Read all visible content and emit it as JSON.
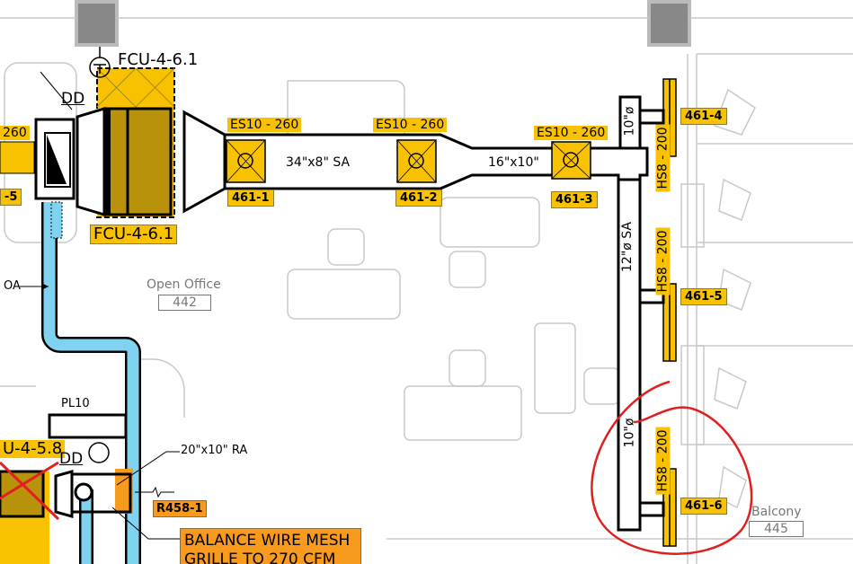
{
  "units": {
    "fcu_main": "FCU-4-6.1",
    "fcu_main_tag": "FCU-4-6.1",
    "fcu_left": "U-4-5.8",
    "damper_main": "DD",
    "damper_left": "DD"
  },
  "ducts": {
    "main_sa": "34\"x8\" SA",
    "branch": "16\"x10\"",
    "riser_top": "10\"ø",
    "vertical_sa": "12\"ø SA",
    "vertical_bottom": "10\"ø",
    "ra": "20\"x10\" RA",
    "oa": "OA",
    "plenum": "PL10"
  },
  "diffusers": [
    {
      "type": "ES10 - 260",
      "tag": "461-1"
    },
    {
      "type": "ES10 - 260",
      "tag": "461-2"
    },
    {
      "type": "ES10 - 260",
      "tag": "461-3"
    }
  ],
  "linear_diffusers": [
    {
      "type": "HS8 - 200",
      "tag": "461-4"
    },
    {
      "type": "HS8 - 200",
      "tag": "461-5"
    },
    {
      "type": "HS8 - 200",
      "tag": "461-6"
    }
  ],
  "left_partial": {
    "cfm": "260",
    "tag": "-5"
  },
  "return_grille": "R458-1",
  "note": "BALANCE WIRE MESH GRILLE TO 270 CFM",
  "rooms": [
    {
      "name": "Open Office",
      "number": "442"
    },
    {
      "name": "Balcony",
      "number": "445"
    }
  ],
  "colors": {
    "equipment": "#f8c200",
    "return": "#f79a1e",
    "oa_duct": "#7fd3f0",
    "markup": "#e02020"
  }
}
